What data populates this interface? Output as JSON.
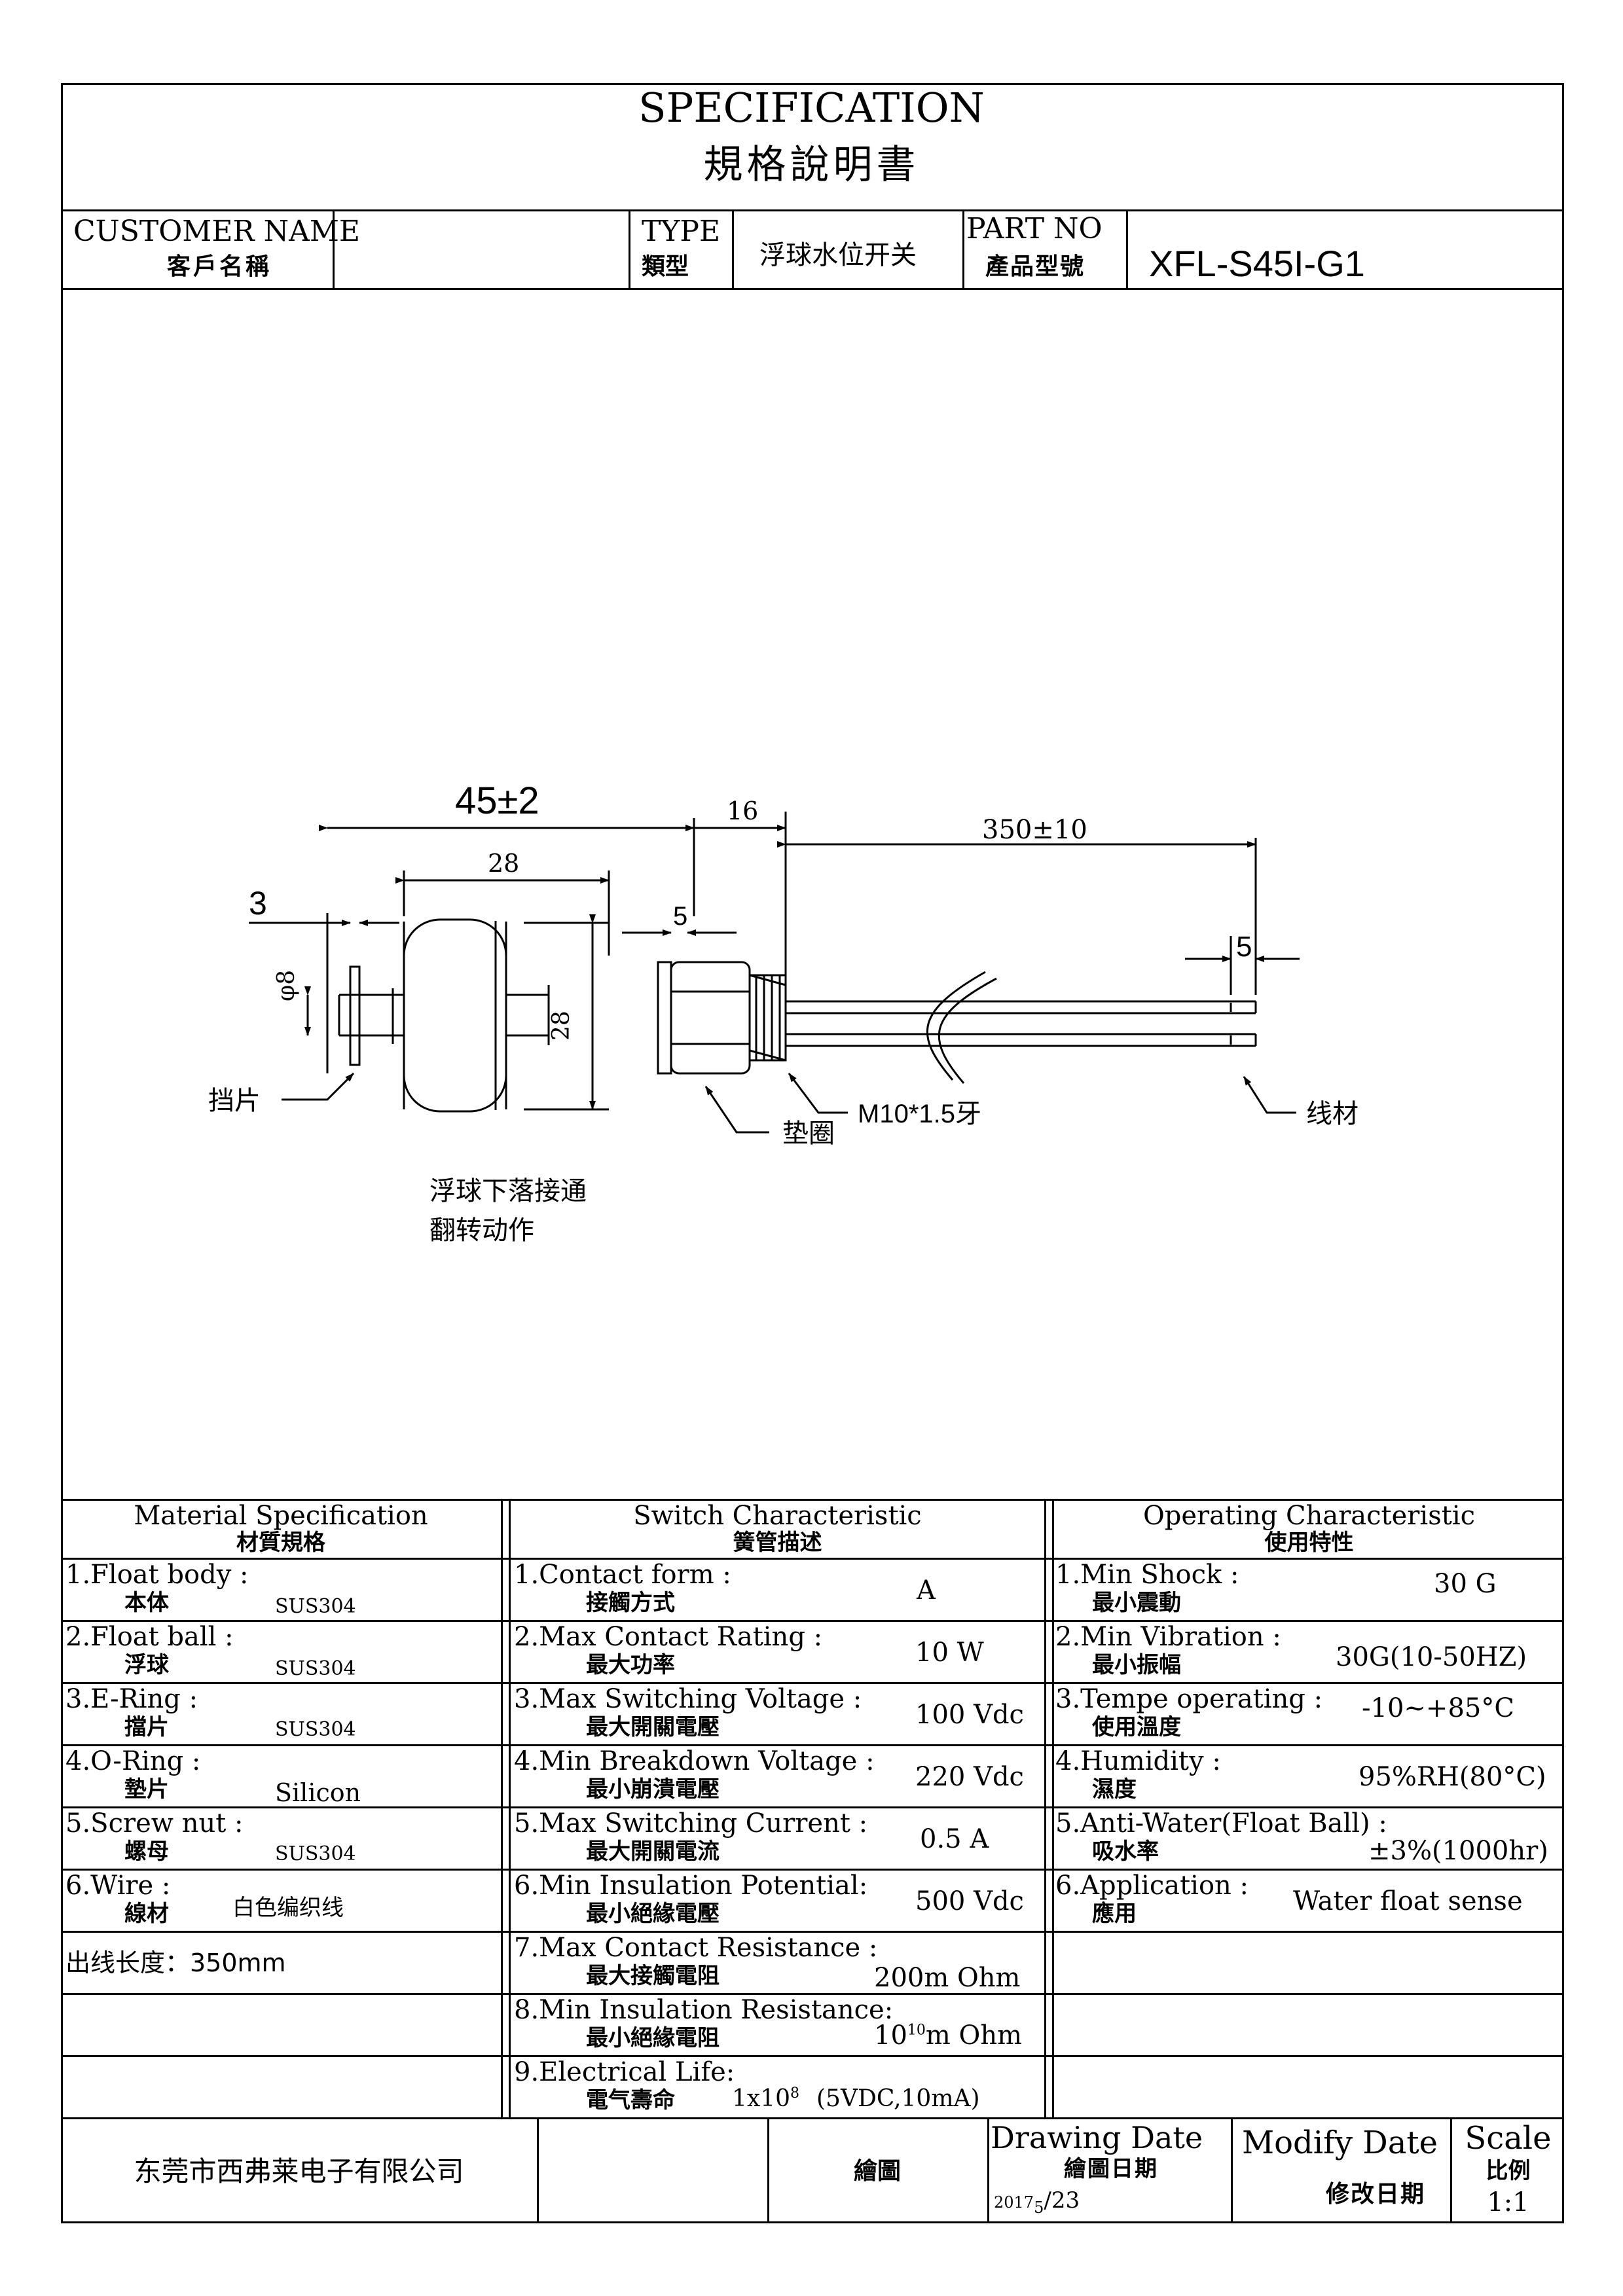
{
  "header": {
    "title_en": "SPECIFICATION",
    "title_cn": "規格說明書",
    "customer_label_en": "CUSTOMER NAME",
    "customer_label_cn": "客戶名稱",
    "customer_value": "",
    "type_label_en": "TYPE",
    "type_label_cn": "類型",
    "type_value": "浮球水位开关",
    "part_label_en": "PART NO",
    "part_label_cn": "產品型號",
    "part_value": "XFL-S45I-G1"
  },
  "drawing": {
    "dim_overall": "45±2",
    "dim_body": "28",
    "dim_thread": "16",
    "dim_wire": "350±10",
    "dim_ring": "3",
    "dim_nut": "5",
    "dim_strip": "5",
    "dim_rod_dia": "φ8",
    "dim_ball_dia": "28",
    "label_ring": "挡片",
    "label_gasket": "垫圈",
    "label_thread": "M10*1.5牙",
    "label_wire": "线材",
    "note_line1": "浮球下落接通",
    "note_line2": "翻转动作"
  },
  "material": {
    "heading_en": "Material  Specification",
    "heading_cn": "材質規格",
    "rows": [
      {
        "en": "1.Float body :",
        "cn": "本体",
        "value": "SUS304"
      },
      {
        "en": "2.Float ball :",
        "cn": "浮球",
        "value": "SUS304"
      },
      {
        "en": "3.E-Ring :",
        "cn": "擋片",
        "value": "SUS304"
      },
      {
        "en": "4.O-Ring :",
        "cn": "墊片",
        "value": "Silicon"
      },
      {
        "en": "5.Screw nut :",
        "cn": "螺母",
        "value": "SUS304"
      },
      {
        "en": "6.Wire :",
        "cn": "線材",
        "value": "白色编织线"
      }
    ],
    "extra": "出线长度：350mm"
  },
  "switch": {
    "heading_en": "Switch Characteristic",
    "heading_cn": "簧管描述",
    "rows": [
      {
        "en": "1.Contact form :",
        "cn": "接觸方式",
        "value": "A"
      },
      {
        "en": "2.Max Contact Rating :",
        "cn": "最大功率",
        "value": "10 W"
      },
      {
        "en": "3.Max Switching Voltage :",
        "cn": "最大開關電壓",
        "value": "100 Vdc"
      },
      {
        "en": "4.Min Breakdown Voltage :",
        "cn": "最小崩潰電壓",
        "value": "220 Vdc"
      },
      {
        "en": "5.Max Switching Current :",
        "cn": "最大開關電流",
        "value": "0.5 A"
      },
      {
        "en": "6.Min Insulation Potential:",
        "cn": "最小絕緣電壓",
        "value": "500 Vdc"
      },
      {
        "en": "7.Max Contact Resistance :",
        "cn": "最大接觸電阻",
        "value": "200m Ohm"
      },
      {
        "en": "8.Min Insulation Resistance:",
        "cn": "最小絕緣電阻",
        "value_base": "10",
        "value_exp": "10",
        "value_unit": "m Ohm"
      },
      {
        "en": "9.Electrical Life:",
        "cn": "電气壽命",
        "value_base": "1x10",
        "value_exp": "8",
        "value_unit": "(5VDC,10mA)"
      }
    ]
  },
  "operating": {
    "heading_en": "Operating Characteristic",
    "heading_cn": "使用特性",
    "rows": [
      {
        "en": "1.Min Shock :",
        "cn": "最小震動",
        "value": "30 G"
      },
      {
        "en": "2.Min Vibration :",
        "cn": "最小振幅",
        "value": "30G(10-50HZ)"
      },
      {
        "en": "3.Tempe operating :",
        "cn": "使用溫度",
        "value": "-10~+85°C"
      },
      {
        "en": "4.Humidity :",
        "cn": "濕度",
        "value": "95%RH(80°C)"
      },
      {
        "en": "5.Anti-Water(Float Ball) :",
        "cn": "吸水率",
        "value": "±3%(1000hr)"
      },
      {
        "en": "6.Application :",
        "cn": "應用",
        "value": "Water float sense"
      }
    ]
  },
  "footer": {
    "company": "东莞市西弗莱电子有限公司",
    "drawn_label": "繪圖",
    "drawing_date_en": "Drawing Date",
    "drawing_date_cn": "繪圖日期",
    "drawing_date_year": "2017",
    "drawing_date_month": "5",
    "drawing_date_day": "/23",
    "modify_date_en": "Modify Date",
    "modify_date_cn": "修改日期",
    "scale_en": "Scale",
    "scale_cn": "比例",
    "scale_value": "1:1"
  }
}
